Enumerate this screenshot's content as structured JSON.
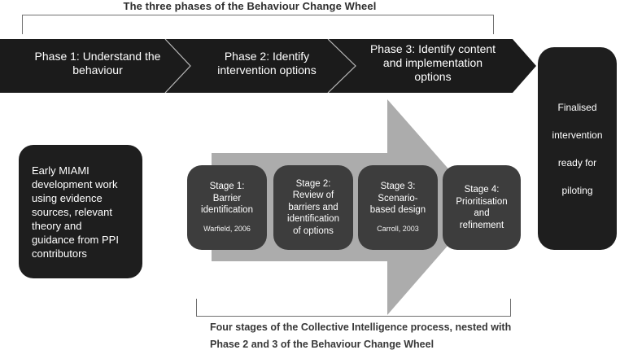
{
  "title": "The three phases of the Behaviour Change Wheel",
  "banner": {
    "phases": [
      {
        "label": "Phase 1: Understand the behaviour",
        "lines": [
          "Phase 1: Understand the",
          "behaviour"
        ]
      },
      {
        "label": "Phase 2: Identify intervention options",
        "lines": [
          "Phase 2: Identify",
          "intervention options"
        ]
      },
      {
        "label": "Phase 3: Identify content and implementation options",
        "lines": [
          "Phase 3: Identify content",
          "and implementation",
          "options"
        ]
      }
    ]
  },
  "left_box": {
    "label": "Early MIAMI development work using evidence sources, relevant theory and guidance from PPI contributors",
    "lines": [
      "Early MIAMI",
      "development work",
      "using evidence",
      "sources, relevant",
      "theory and",
      "guidance from PPI",
      "contributors"
    ]
  },
  "stages": [
    {
      "label": "Stage 1: Barrier identification",
      "lines": [
        "Stage 1:",
        "Barrier",
        "identification"
      ],
      "citation": "Warfield, 2006"
    },
    {
      "label": "Stage 2: Review of barriers and identification of options",
      "lines": [
        "Stage 2:",
        "Review of",
        "barriers and",
        "identification",
        "of options"
      ]
    },
    {
      "label": "Stage 3: Scenario-based design",
      "lines": [
        "Stage 3:",
        "Scenario-",
        "based design"
      ],
      "citation": "Carroll, 2003"
    },
    {
      "label": "Stage 4: Prioritisation and refinement",
      "lines": [
        "Stage 4:",
        "Prioritisation",
        "and",
        "refinement"
      ]
    }
  ],
  "right_box": {
    "label": "Finalised intervention ready for piloting",
    "lines": [
      "Finalised",
      "intervention",
      "ready for",
      "piloting"
    ]
  },
  "caption": {
    "label": "Four stages of the Collective Intelligence process, nested with Phase 2 and 3 of the Behaviour Change Wheel",
    "lines": [
      "Four stages of the Collective Intelligence process, nested with",
      "Phase 2 and 3 of the Behaviour Change Wheel"
    ]
  },
  "colors": {
    "banner-dark": "#1b1b1b",
    "box-dark": "#1e1e1e",
    "stage-dark": "#3d3d3d",
    "arrow-gray": "#acacac",
    "chevron-line": "#b9b9b9",
    "bracket-line": "#707070",
    "caption-text": "#383838",
    "text-light": "#ffffff"
  }
}
